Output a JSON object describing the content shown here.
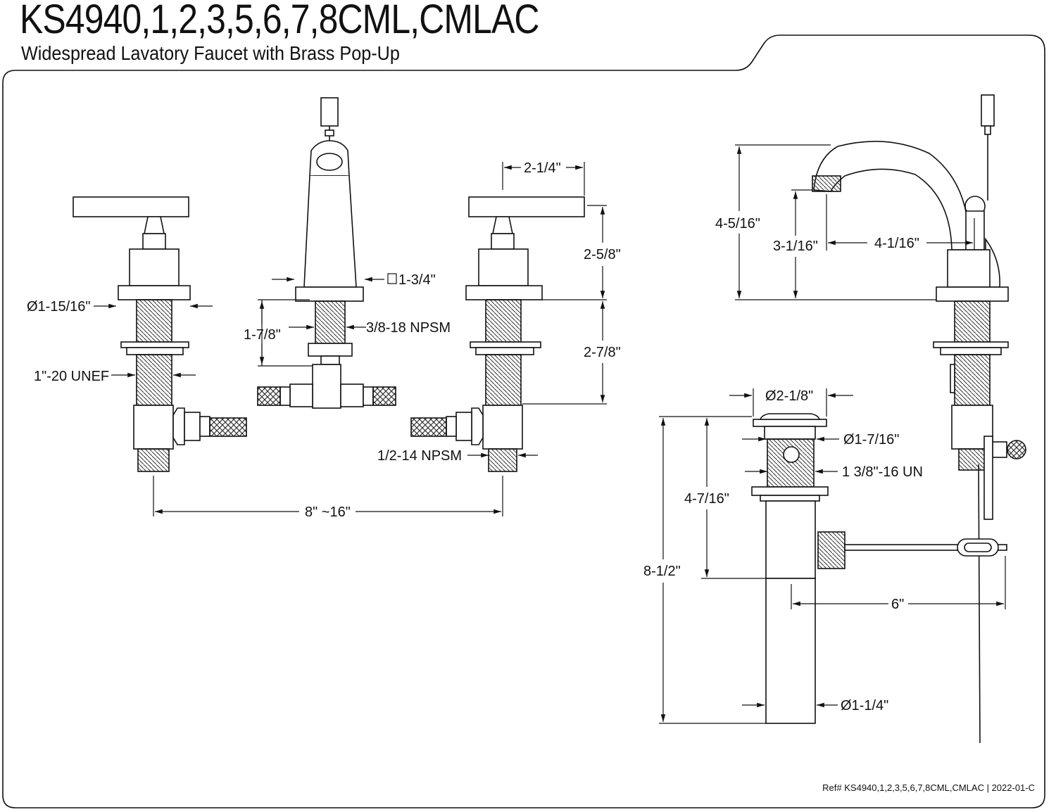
{
  "header": {
    "title": "KS4940,1,2,3,5,6,7,8CML,CMLAC",
    "subtitle": "Widespread Lavatory Faucet with Brass Pop-Up"
  },
  "dimensions": {
    "dia_1_15_16": "Ø1-15/16\"",
    "unef": "1\"-20 UNEF",
    "h_1_7_8": "1-7/8\"",
    "npsm_3_8": "3/8-18 NPSM",
    "sq_1_3_4": "1-3/4\"",
    "w_2_1_4": "2-1/4\"",
    "h_2_5_8": "2-5/8\"",
    "h_2_7_8": "2-7/8\"",
    "npsm_1_2": "1/2-14 NPSM",
    "spread": "8\" ~16\"",
    "h_4_5_16": "4-5/16\"",
    "h_3_1_16": "3-1/16\"",
    "reach_4_1_16": "4-1/16\"",
    "dia_2_1_8": "Ø2-1/8\"",
    "dia_1_7_16": "Ø1-7/16\"",
    "un_1_3_8": "1 3/8\"-16 UN",
    "h_4_7_16": "4-7/16\"",
    "h_8_1_2": "8-1/2\"",
    "w_6": "6\"",
    "dia_1_1_4": "Ø1-1/4\""
  },
  "footer": {
    "ref": "Ref# KS4940,1,2,3,5,6,7,8CML,CMLAC | 2022-01-C"
  }
}
